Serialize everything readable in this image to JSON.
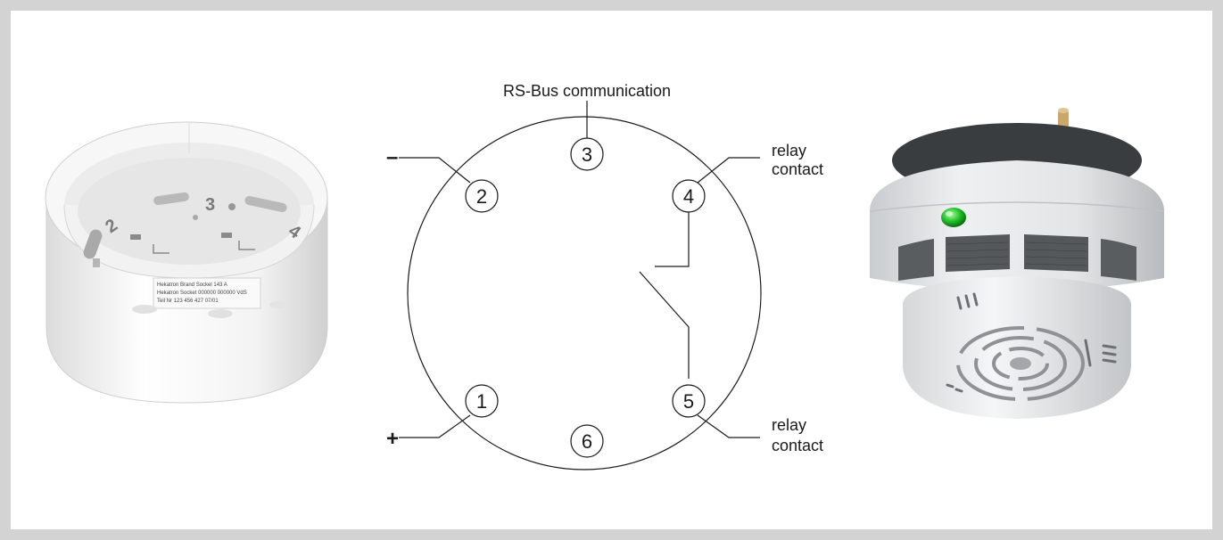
{
  "labels": {
    "rs_bus": "RS-Bus communication",
    "minus": "–",
    "plus": "+",
    "relay_top_1": "relay",
    "relay_top_2": "contact",
    "relay_bottom_1": "relay",
    "relay_bottom_2": "contact"
  },
  "terminals": [
    {
      "id": "1",
      "label": "1"
    },
    {
      "id": "2",
      "label": "2"
    },
    {
      "id": "3",
      "label": "3"
    },
    {
      "id": "4",
      "label": "4"
    },
    {
      "id": "5",
      "label": "5"
    },
    {
      "id": "6",
      "label": "6"
    }
  ],
  "base_socket": {
    "numbers": [
      "2",
      "3",
      "4"
    ],
    "sticker_lines": [
      "Hekatron Brand   Sockel 143 A",
      "Hekatron Socket 000000 000000  VdS",
      "Teil Nr 123 456 427   07/01"
    ]
  },
  "colors": {
    "led": "#22c22a",
    "frame": "#d3d3d3",
    "line": "#1a1a1a"
  },
  "icons": [
    "base-socket-photo",
    "smoke-detector-photo"
  ]
}
